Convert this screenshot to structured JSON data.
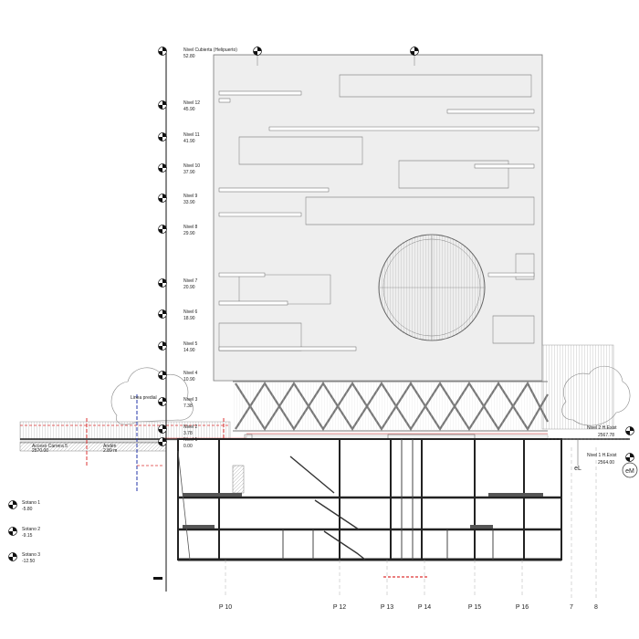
{
  "levels": [
    {
      "name": "Nivel Cubierta (Helipuerto)",
      "value": "52.80"
    },
    {
      "name": "Nivel 12",
      "value": "45.90"
    },
    {
      "name": "Nivel 11",
      "value": "41.90"
    },
    {
      "name": "Nivel 10",
      "value": "37.90"
    },
    {
      "name": "Nivel 9",
      "value": "33.90"
    },
    {
      "name": "Nivel 8",
      "value": "29.90"
    },
    {
      "name": "Nivel 7",
      "value": "20.90"
    },
    {
      "name": "Nivel 6",
      "value": "18.90"
    },
    {
      "name": "Nivel 5",
      "value": "14.90"
    },
    {
      "name": "Nivel 4",
      "value": "10.90"
    },
    {
      "name": "Nivel 3",
      "value": "7.38"
    },
    {
      "name": "Nivel 2",
      "value": "3.78"
    },
    {
      "name": "Nivel 1",
      "value": "0.00"
    },
    {
      "name": "Sotano 1",
      "value": "-5.80"
    },
    {
      "name": "Sotano 2",
      "value": "-9.15"
    },
    {
      "name": "Sotano 3",
      "value": "-12.50"
    }
  ],
  "exterior_levels": [
    {
      "name": "Nivel 2 H.Exist",
      "value": "2567.78"
    },
    {
      "name": "Nivel 1 H.Exist",
      "value": "2564.00"
    }
  ],
  "grid_labels": [
    "P 10",
    "P 12",
    "P 13",
    "P 14",
    "P 15",
    "P 16",
    "7",
    "8"
  ],
  "axis_labels": [
    "eL",
    "eM"
  ],
  "annotations": {
    "linea_predial": "Linea predial"
  }
}
